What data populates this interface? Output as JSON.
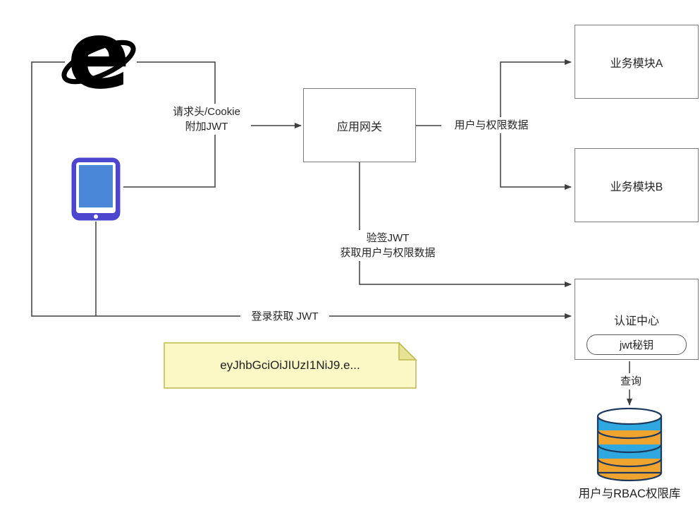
{
  "diagram": {
    "nodes": {
      "gateway": {
        "label": "应用网关"
      },
      "module_a": {
        "label": "业务模块A"
      },
      "module_b": {
        "label": "业务模块B"
      },
      "auth_center": {
        "label": "认证中心",
        "key_label": "jwt秘钥"
      },
      "database": {
        "label": "用户与RBAC权限库"
      }
    },
    "edges": {
      "request": {
        "line1": "请求头/Cookie",
        "line2": "附加JWT"
      },
      "user_perm": {
        "label": "用户与权限数据"
      },
      "verify": {
        "line1": "验签JWT",
        "line2": "获取用户与权限数据"
      },
      "login": {
        "label": "登录获取 JWT"
      },
      "query": {
        "label": "查询"
      }
    },
    "note": {
      "text": "eyJhbGciOiJIUzI1NiJ9.e..."
    },
    "icons": {
      "browser": "ie-browser-icon",
      "browser_glyph": "e",
      "tablet": "tablet-icon",
      "database": "database-icon"
    },
    "colors": {
      "line": "#3f3f3f",
      "box_border": "#7f7f7f",
      "note_fill": "#FBF8C5",
      "note_fold": "#E6E193",
      "note_border": "#BDB94E",
      "db_blue": "#2EA8DF",
      "db_orange": "#F0A32F",
      "db_outline": "#1C3A5E",
      "db_top": "#FFFFFF",
      "tablet_frame": "#4C46CE",
      "tablet_screen": "#4A86D8",
      "ie_black": "#000000"
    }
  }
}
